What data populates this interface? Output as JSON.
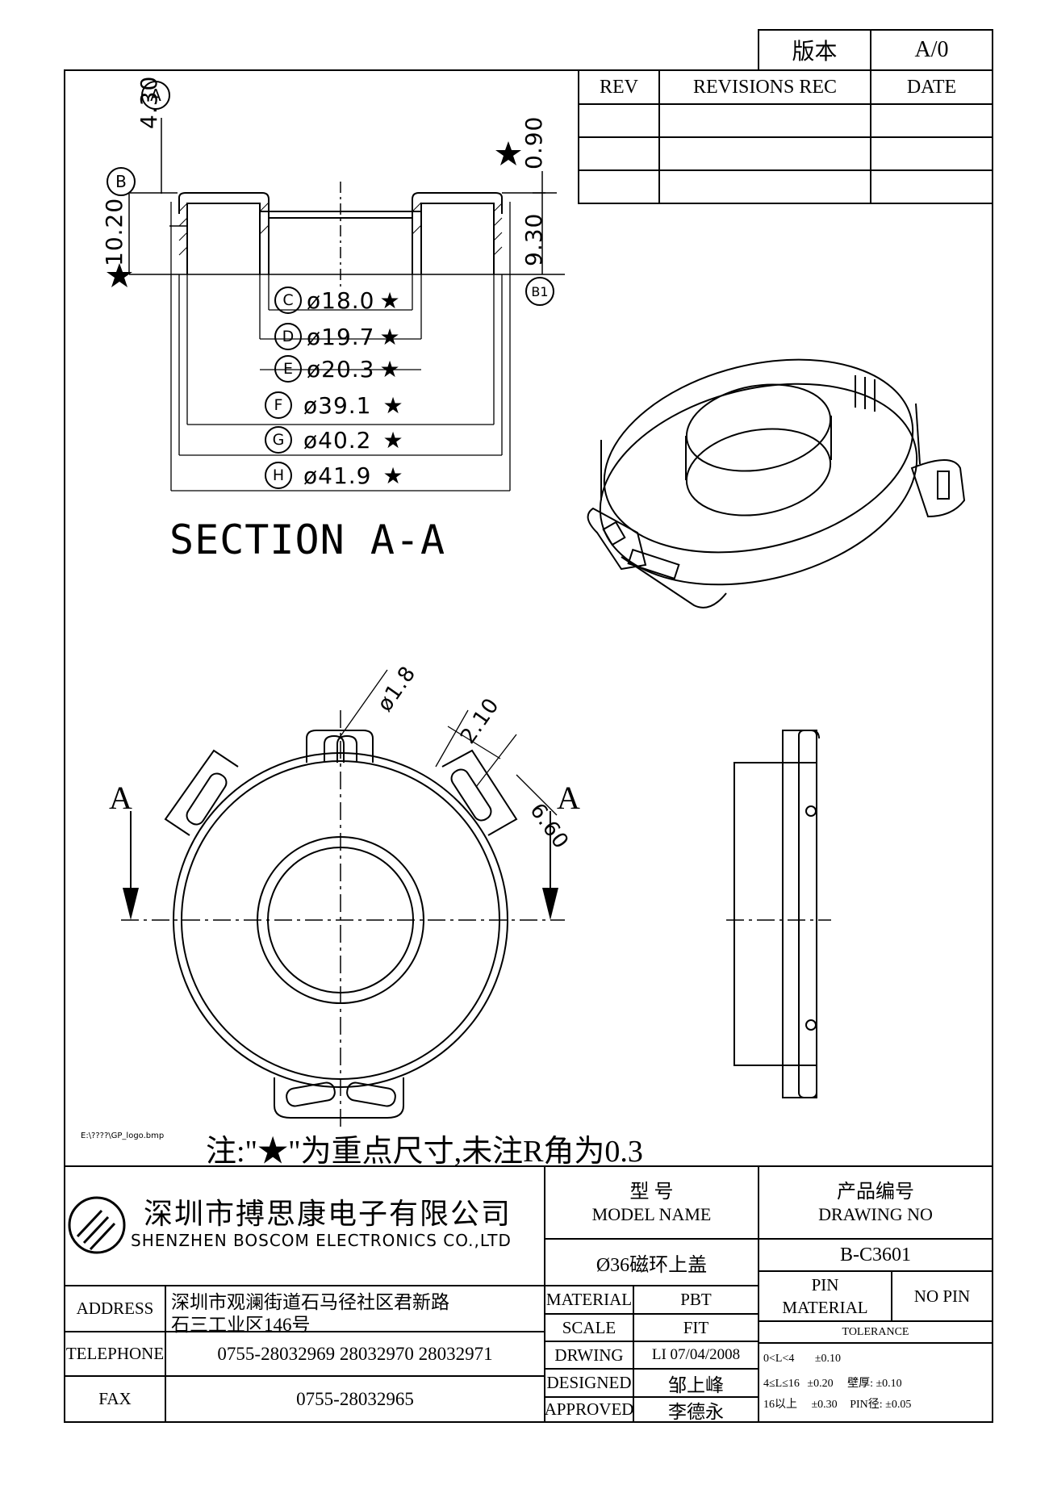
{
  "version_label": "版本",
  "version_value": "A/0",
  "rev_table": {
    "rev": "REV",
    "revisions": "REVISIONS REC",
    "date": "DATE"
  },
  "section": {
    "title": "SECTION A-A",
    "markers": {
      "a": "A",
      "b": "B",
      "b1": "B1",
      "c": "C",
      "d": "D",
      "e": "E",
      "f": "F",
      "g": "G",
      "h": "H"
    },
    "dims": {
      "h430": "4.30",
      "h1020": "10.20",
      "h090": "0.90",
      "h930": "9.30",
      "c": "ø18.0",
      "d": "ø19.7",
      "e": "ø20.3",
      "f": "ø39.1",
      "g": "ø40.2",
      "h": "ø41.9"
    }
  },
  "top_view": {
    "d18": "ø1.8",
    "d210": "2.10",
    "d660": "6.60",
    "cut_left": "A",
    "cut_right": "A"
  },
  "logo_path": "E:\\????\\GP_logo.bmp",
  "note": "注:\"★\"为重点尺寸,未注R角为0.3",
  "company": {
    "cn": "深圳市搏思康电子有限公司",
    "en": "SHENZHEN BOSCOM ELECTRONICS CO.,LTD"
  },
  "contact": {
    "address_label": "ADDRESS",
    "address_line1": "深圳市观澜街道石马径社区君新路",
    "address_line2": "石三工业区146号",
    "telephone_label": "TELEPHONE",
    "telephone": "0755-28032969 28032970 28032971",
    "fax_label": "FAX",
    "fax": "0755-28032965"
  },
  "model": {
    "label_cn": "型      号",
    "label_en": "MODEL NAME",
    "value": "Ø36磁环上盖"
  },
  "drawing": {
    "label_cn": "产品编号",
    "label_en": "DRAWING NO",
    "value": "B-C3601"
  },
  "specs": {
    "material_label": "MATERIAL",
    "material": "PBT",
    "scale_label": "SCALE",
    "scale": "FIT",
    "drwing_label": "DRWING",
    "drwing": "LI 07/04/2008",
    "designed_label": "DESIGNED",
    "designed": "邹上峰",
    "approved_label": "APPROVED",
    "approved": "李德永"
  },
  "pin": {
    "label_line1": "PIN",
    "label_line2": "MATERIAL",
    "value": "NO PIN"
  },
  "tolerance": {
    "title": "TOLERANCE",
    "row1_range": "0<L<4",
    "row1_value": "±0.10",
    "row2_range": "4≤L≤16",
    "row2_value": "±0.20",
    "row2_extra": "壁厚: ±0.10",
    "row3_range": "16以上",
    "row3_value": "±0.30",
    "row3_extra": "PIN径: ±0.05"
  }
}
